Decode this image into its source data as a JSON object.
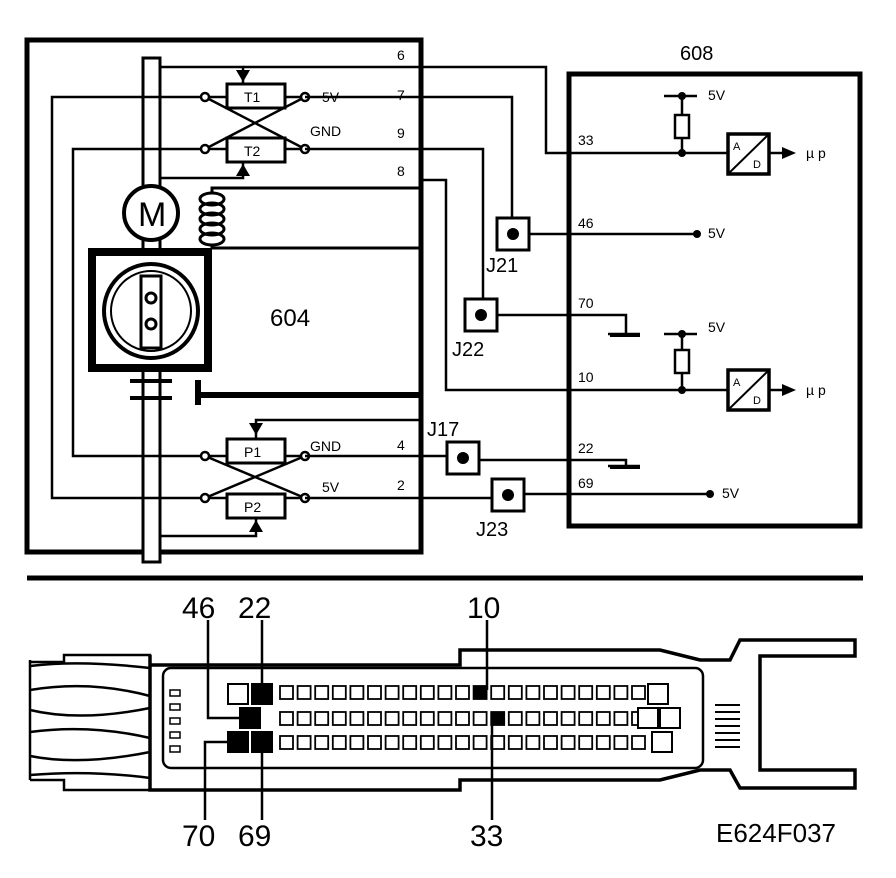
{
  "modules": {
    "motor_unit": "604",
    "control_unit": "608"
  },
  "motor_symbol": "M",
  "sensors": {
    "t1": "T1",
    "t2": "T2",
    "p1": "P1",
    "p2": "P2"
  },
  "supply_labels": {
    "t1_supply": "5V",
    "t2_ground": "GND",
    "p1_ground": "GND",
    "p2_supply": "5V",
    "ecu_ref_top": "5V",
    "ecu_pin46": "5V",
    "ecu_ref_mid": "5V",
    "ecu_pin69": "5V"
  },
  "motor_pins": [
    "6",
    "7",
    "9",
    "8",
    "4",
    "2"
  ],
  "ecu_pins": [
    "33",
    "46",
    "70",
    "10",
    "22",
    "69"
  ],
  "junctions": [
    "J21",
    "J22",
    "J17",
    "J23"
  ],
  "ad_converter": {
    "top": "A",
    "bottom": "D"
  },
  "output_label": "µ p",
  "connector_callouts": {
    "top_left": "46",
    "top_mid": "22",
    "top_right": "10",
    "bottom_left": "70",
    "bottom_mid": "69",
    "bottom_right": "33"
  },
  "figure_code": "E624F037"
}
